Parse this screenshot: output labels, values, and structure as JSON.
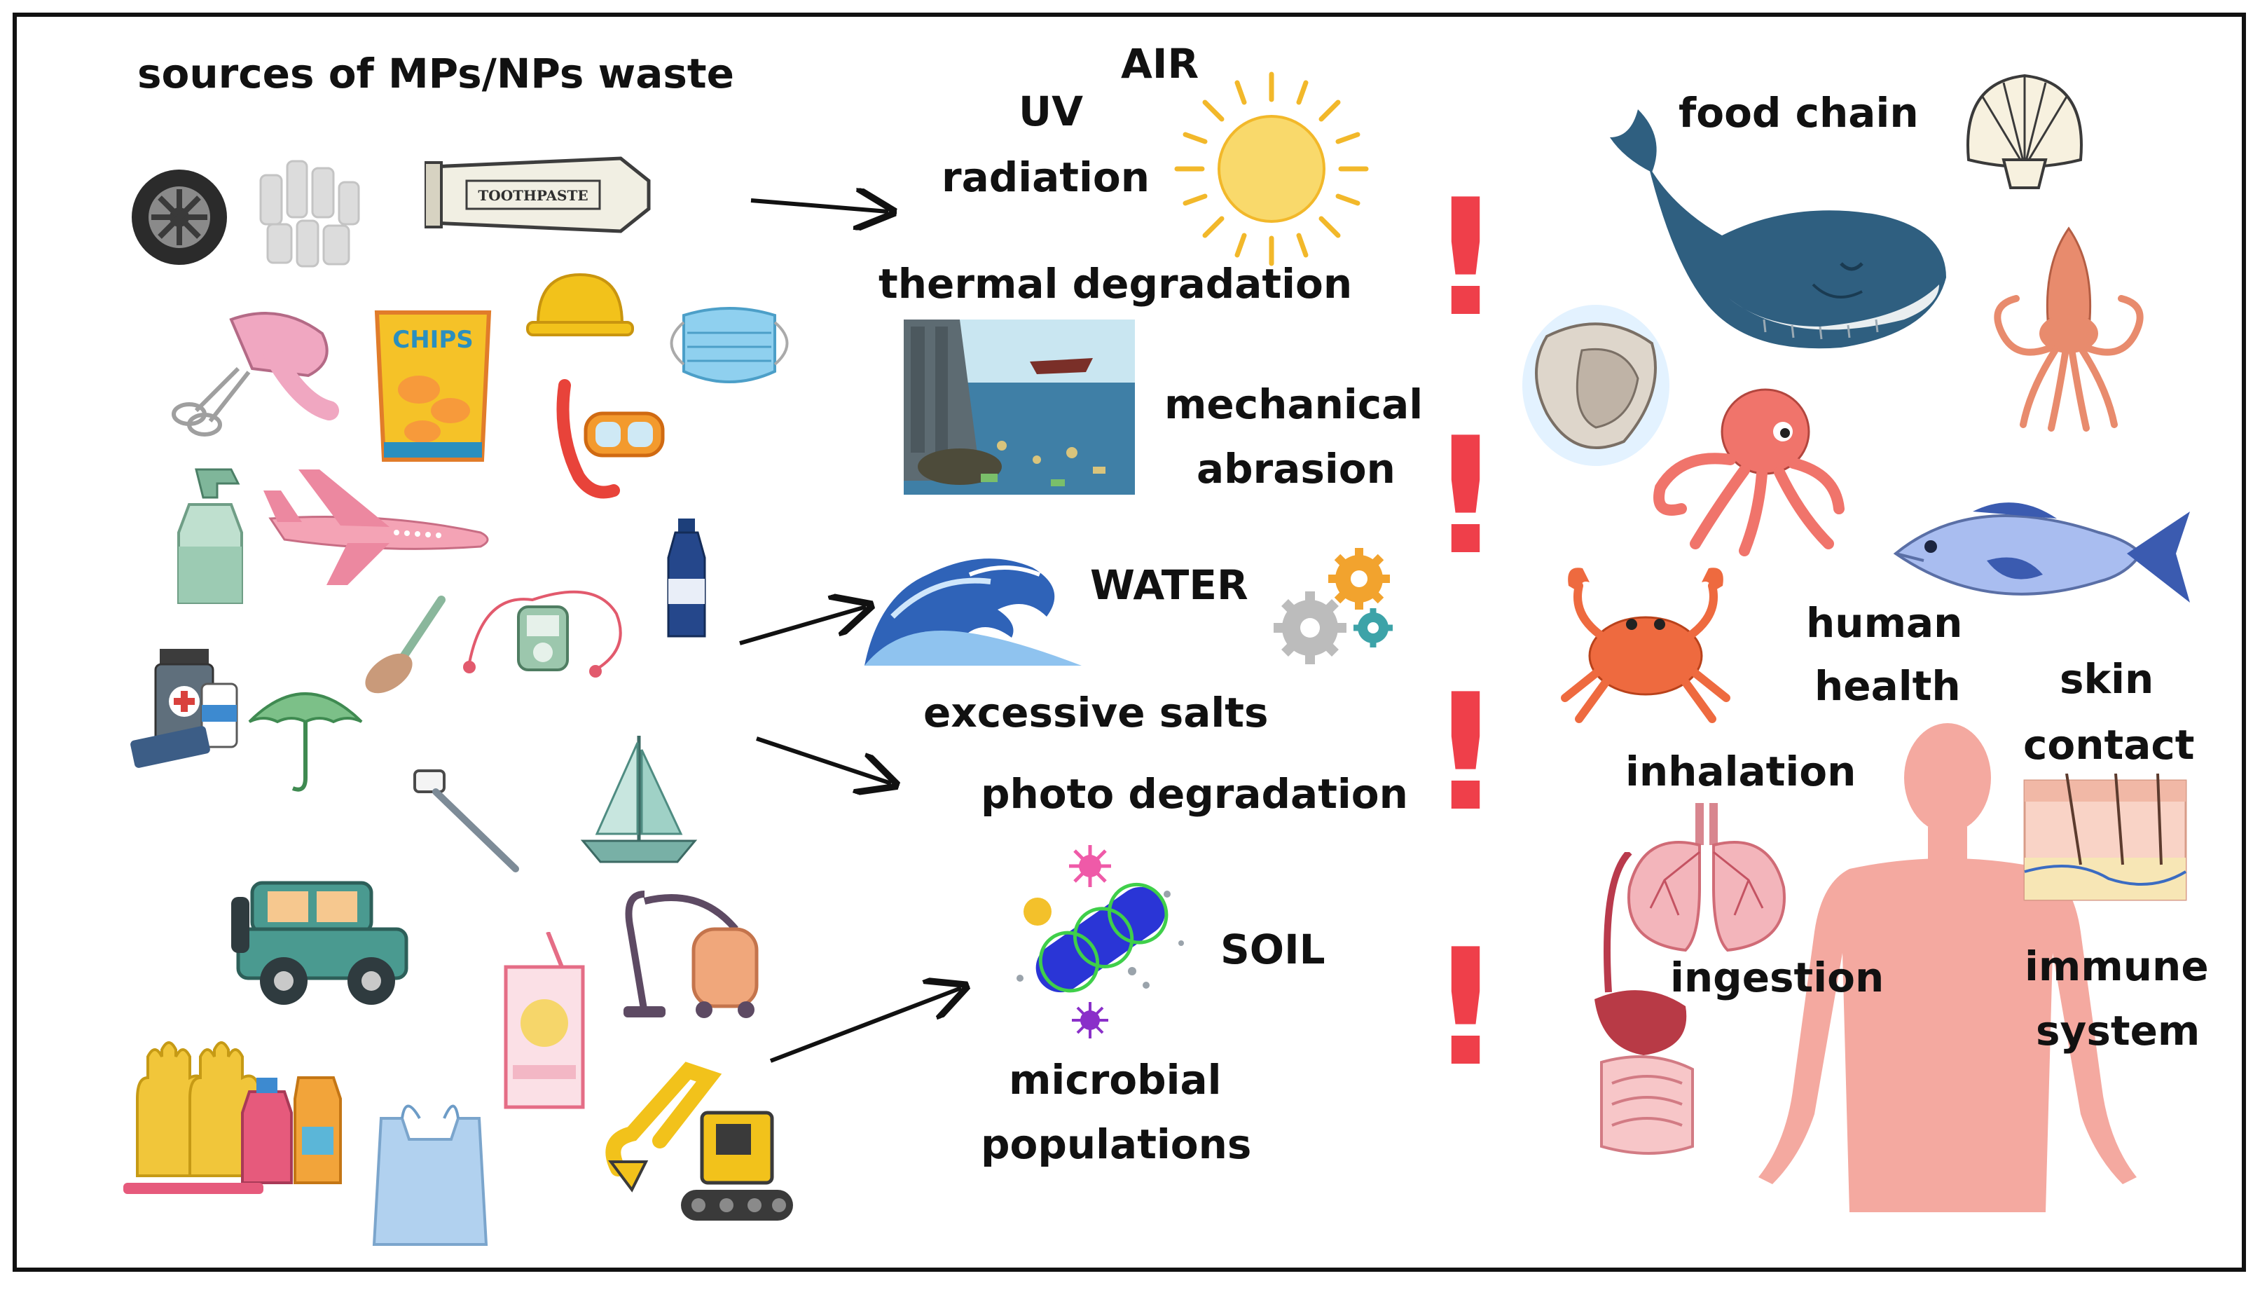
{
  "colors": {
    "warning": "#ef3f4a",
    "sun": "#f6c13c",
    "ocean": "#2f5f80",
    "skin": "#f4a9a0",
    "seafood_red": "#ef6a4e",
    "fish_blue": "#9fb4e8"
  },
  "sources": {
    "title": "sources of MPs/NPs waste",
    "items": [
      {
        "icon": "tire-icon"
      },
      {
        "icon": "plastic-bottles-icon"
      },
      {
        "icon": "toothpaste-tube-icon",
        "text": "TOOTHPASTE"
      },
      {
        "icon": "hand-mixer-icon"
      },
      {
        "icon": "chips-bag-icon",
        "text": "CHIPS"
      },
      {
        "icon": "hard-hat-icon"
      },
      {
        "icon": "face-mask-icon"
      },
      {
        "icon": "snorkel-mask-icon"
      },
      {
        "icon": "spray-bottle-icon"
      },
      {
        "icon": "airplane-icon"
      },
      {
        "icon": "water-bottle-icon"
      },
      {
        "icon": "medicine-icon"
      },
      {
        "icon": "umbrella-icon"
      },
      {
        "icon": "brush-icon"
      },
      {
        "icon": "earphones-player-icon"
      },
      {
        "icon": "selfie-stick-icon"
      },
      {
        "icon": "sailboat-icon"
      },
      {
        "icon": "jeep-icon"
      },
      {
        "icon": "vacuum-cleaner-icon"
      },
      {
        "icon": "juice-box-icon"
      },
      {
        "icon": "gloves-detergent-icon"
      },
      {
        "icon": "plastic-bag-icon"
      },
      {
        "icon": "excavator-icon"
      }
    ]
  },
  "environment": {
    "air": "AIR",
    "uv": "UV",
    "radiation": "radiation",
    "thermal": "thermal degradation",
    "mechanical": "mechanical",
    "abrasion": "abrasion",
    "water": "WATER",
    "salts": "excessive salts",
    "photo": "photo degradation",
    "soil": "SOIL",
    "microbial": "microbial",
    "populations": "populations",
    "warning_mark": "!"
  },
  "impacts": {
    "food_chain": "food chain",
    "human": "human",
    "health": "health",
    "skin": "skin",
    "contact": "contact",
    "inhalation": "inhalation",
    "ingestion": "ingestion",
    "immune": "immune",
    "system": "system"
  }
}
